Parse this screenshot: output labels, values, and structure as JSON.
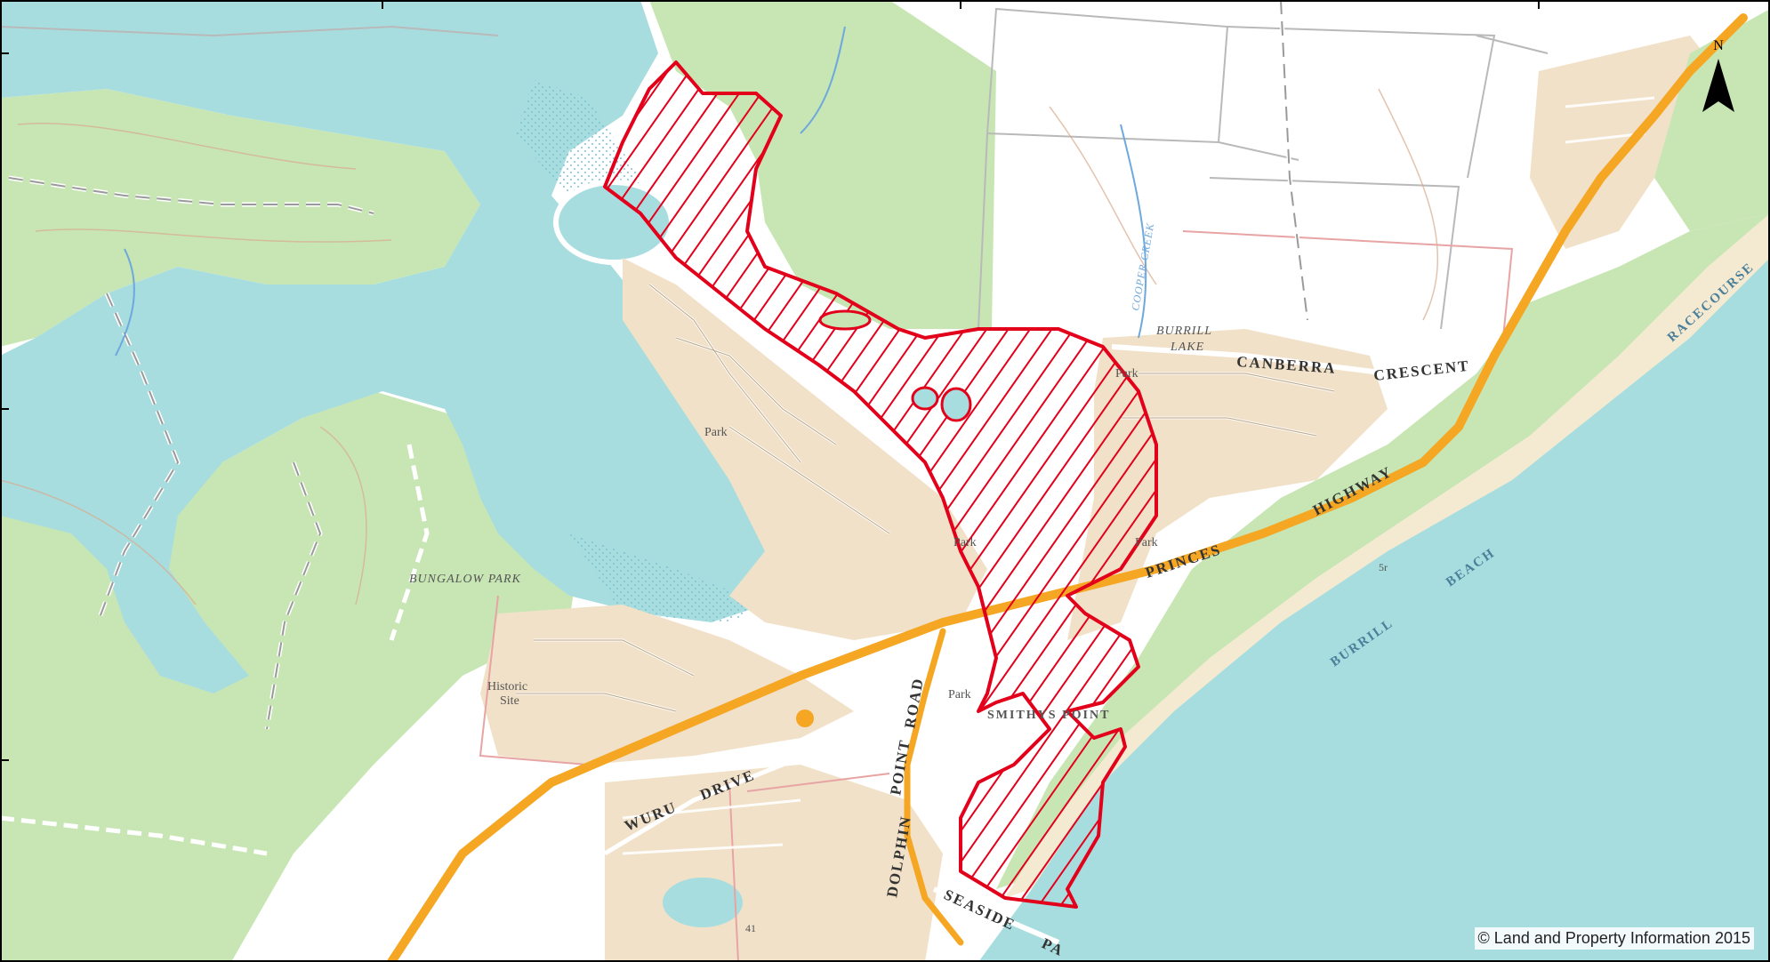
{
  "map": {
    "labels": {
      "canberra": "CANBERRA",
      "crescent": "CRESCENT",
      "princes": "PRINCES",
      "highway": "HIGHWAY",
      "wuru": "WURU",
      "drive": "DRIVE",
      "road": "ROAD",
      "point": "POINT",
      "dolphin": "DOLPHIN",
      "seaside": "SEASIDE",
      "seaside_suffix": "PA",
      "racecourse": "RACECOURSE",
      "burrill_beach_1": "BURRILL",
      "burrill_beach_2": "BEACH",
      "burrill_lake_1": "BURRILL",
      "burrill_lake_2": "LAKE",
      "cooper_creek": "COOPER CREEK",
      "bungalow_park": "BUNGALOW PARK",
      "smithys_point": "SMITHYS POINT",
      "historic_1": "Historic",
      "historic_2": "Site",
      "park": "Park",
      "spot_41": "41",
      "spot_5r": "5r"
    },
    "north_label": "N",
    "copyright": "© Land and Property Information 2015"
  },
  "colors": {
    "water": "#a8dde0",
    "park": "#c8e6b4",
    "urban": "#f1e1c8",
    "beach": "#f4ead2",
    "road": "#f5a623",
    "zone_outline": "#e2001a"
  }
}
